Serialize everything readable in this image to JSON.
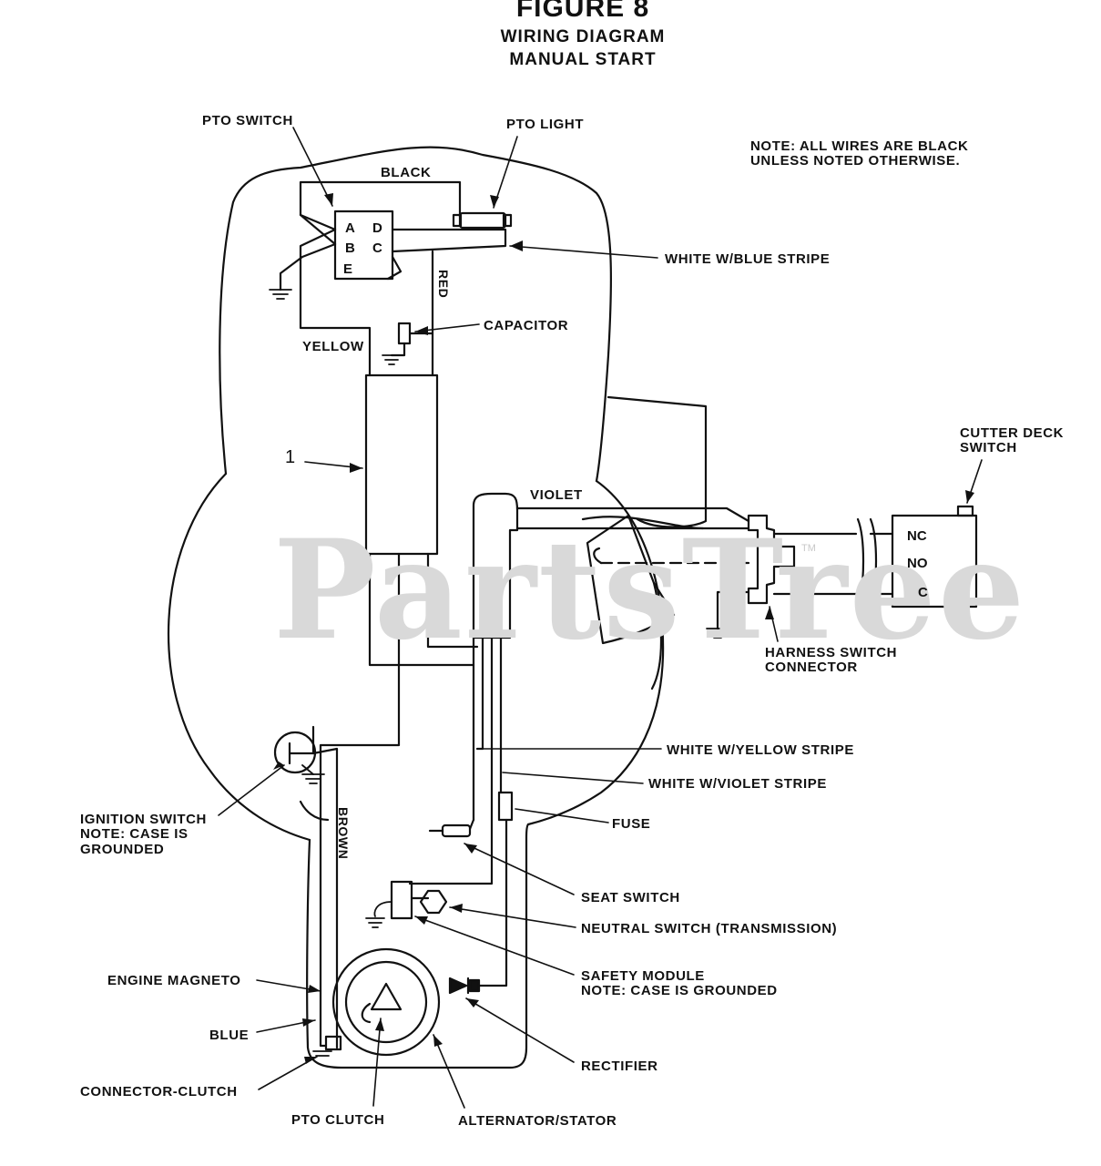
{
  "figure": {
    "number": "FIGURE 8",
    "title": "WIRING DIAGRAM",
    "subtitle": "MANUAL START"
  },
  "note": {
    "line1": "NOTE: ALL WIRES ARE BLACK",
    "line2": "UNLESS NOTED OTHERWISE."
  },
  "labels": {
    "pto_switch": "PTO SWITCH",
    "pto_light": "PTO LIGHT",
    "black": "BLACK",
    "white_blue_stripe": "WHITE W/BLUE STRIPE",
    "red": "RED",
    "capacitor": "CAPACITOR",
    "yellow": "YELLOW",
    "item_1": "1",
    "violet": "VIOLET",
    "cutter_deck_switch_1": "CUTTER DECK",
    "cutter_deck_switch_2": "SWITCH",
    "harness_connector_1": "HARNESS SWITCH",
    "harness_connector_2": "CONNECTOR",
    "white_yellow_stripe": "WHITE W/YELLOW STRIPE",
    "white_violet_stripe": "WHITE W/VIOLET STRIPE",
    "fuse": "FUSE",
    "ignition_1": "IGNITION SWITCH",
    "ignition_2": "NOTE: CASE IS",
    "ignition_3": "GROUNDED",
    "brown": "BROWN",
    "seat_switch": "SEAT SWITCH",
    "neutral_switch": "NEUTRAL SWITCH (TRANSMISSION)",
    "safety_module_1": "SAFETY MODULE",
    "safety_module_2": "NOTE: CASE IS GROUNDED",
    "engine_magneto": "ENGINE MAGNETO",
    "blue": "BLUE",
    "rectifier": "RECTIFIER",
    "connector_clutch": "CONNECTOR-CLUTCH",
    "pto_clutch": "PTO CLUTCH",
    "alternator_stator": "ALTERNATOR/STATOR"
  },
  "pto_switch_pins": [
    "A",
    "B",
    "E",
    "D",
    "C"
  ],
  "cutter_switch_pins": [
    "NC",
    "NO",
    "C"
  ],
  "watermark": {
    "text": "PartsTree",
    "mark": "TM"
  }
}
